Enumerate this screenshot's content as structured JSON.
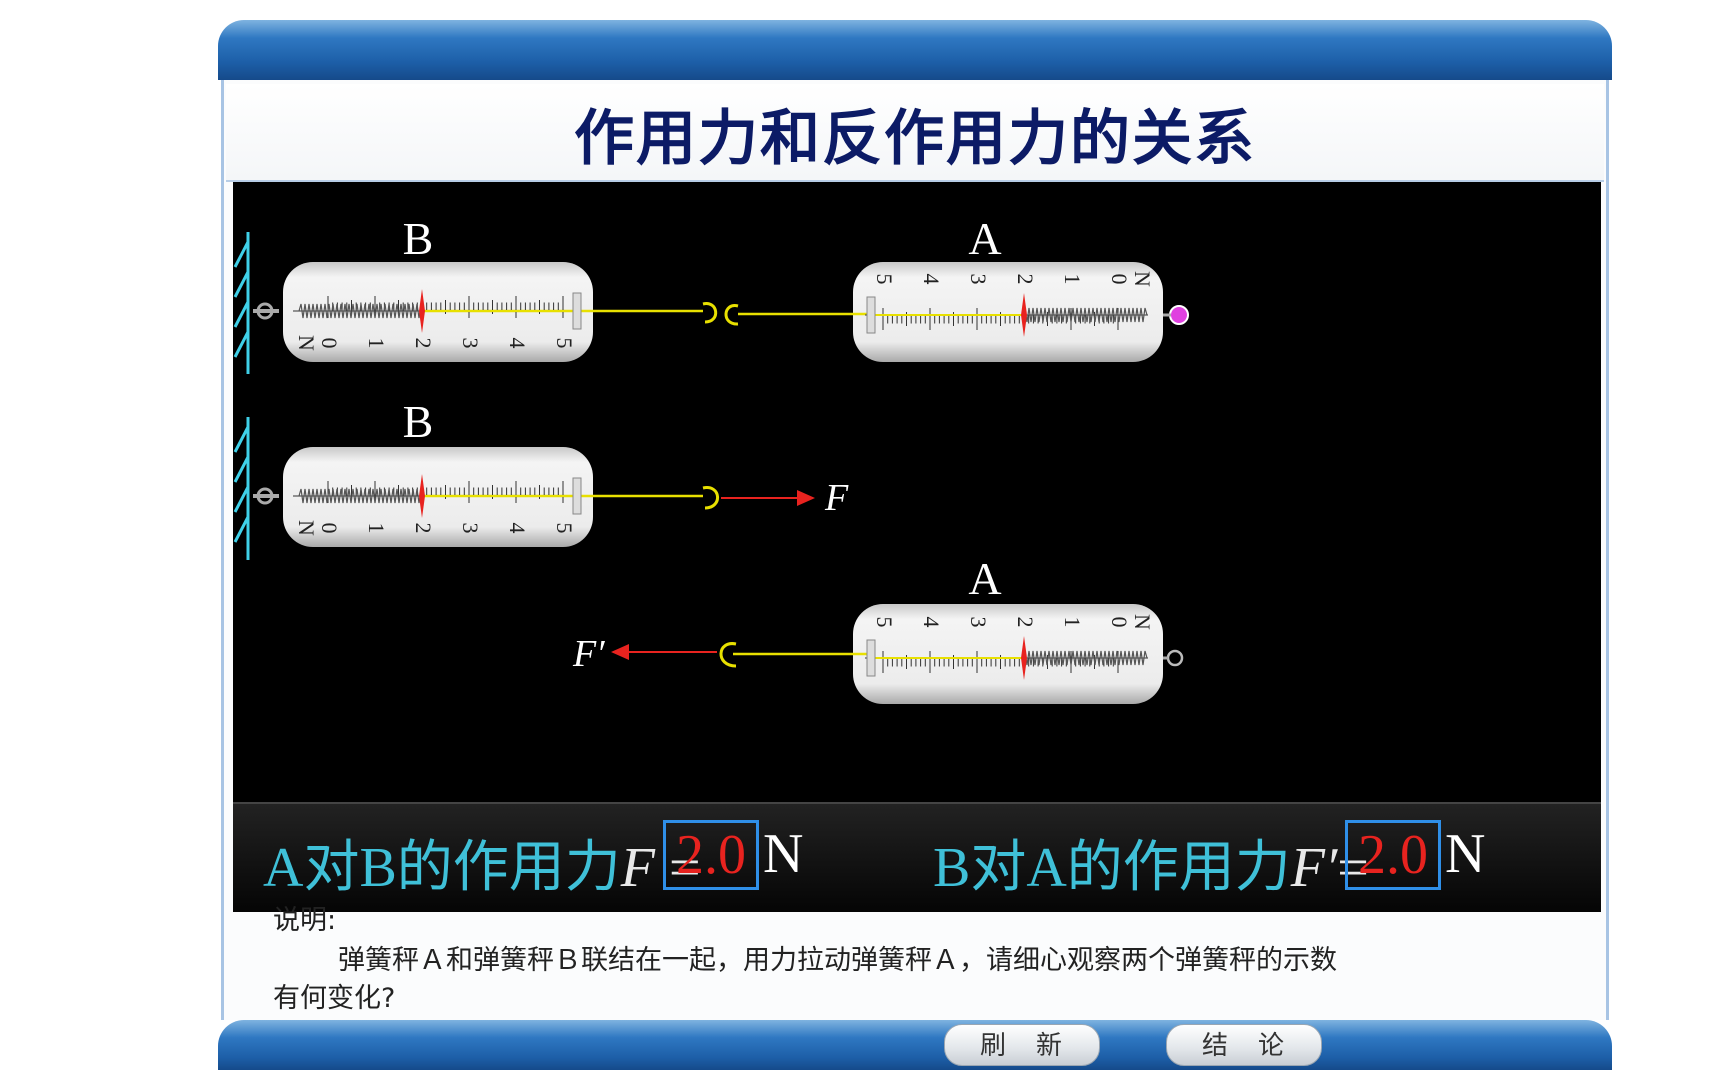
{
  "title": "作用力和反作用力的关系",
  "scales": {
    "B_label": "B",
    "A_label": "A",
    "B_ticks": [
      "N",
      "0",
      "1",
      "2",
      "3",
      "4",
      "5"
    ],
    "A_ticks": [
      "5",
      "4",
      "3",
      "2",
      "1",
      "0",
      "N"
    ],
    "reading": 2.0
  },
  "forces": {
    "F": "F",
    "F_prime": "F′"
  },
  "readout": {
    "left_label": "A对B的作用力",
    "left_var": "F",
    "left_eq": "=",
    "left_value": "2.0",
    "left_unit": "N",
    "right_label": "B对A的作用力",
    "right_var": "F′",
    "right_eq": "=",
    "right_value": "2.0",
    "right_unit": "N"
  },
  "note": {
    "heading": "说明:",
    "line1": "弹簧秤Ａ和弹簧秤Ｂ联结在一起，用力拉动弹簧秤Ａ，请细心观察两个弹簧秤的示数",
    "line2": "有何变化?"
  },
  "buttons": {
    "refresh": "刷新",
    "conclusion": "结论"
  },
  "colors": {
    "title": "#0c1b66",
    "readout_label": "#3fc0d8",
    "value": "#e8231f",
    "box": "#2f8fe8",
    "pointer": "#e8231f",
    "rope": "#e8e000",
    "handle": "#e040e0"
  }
}
